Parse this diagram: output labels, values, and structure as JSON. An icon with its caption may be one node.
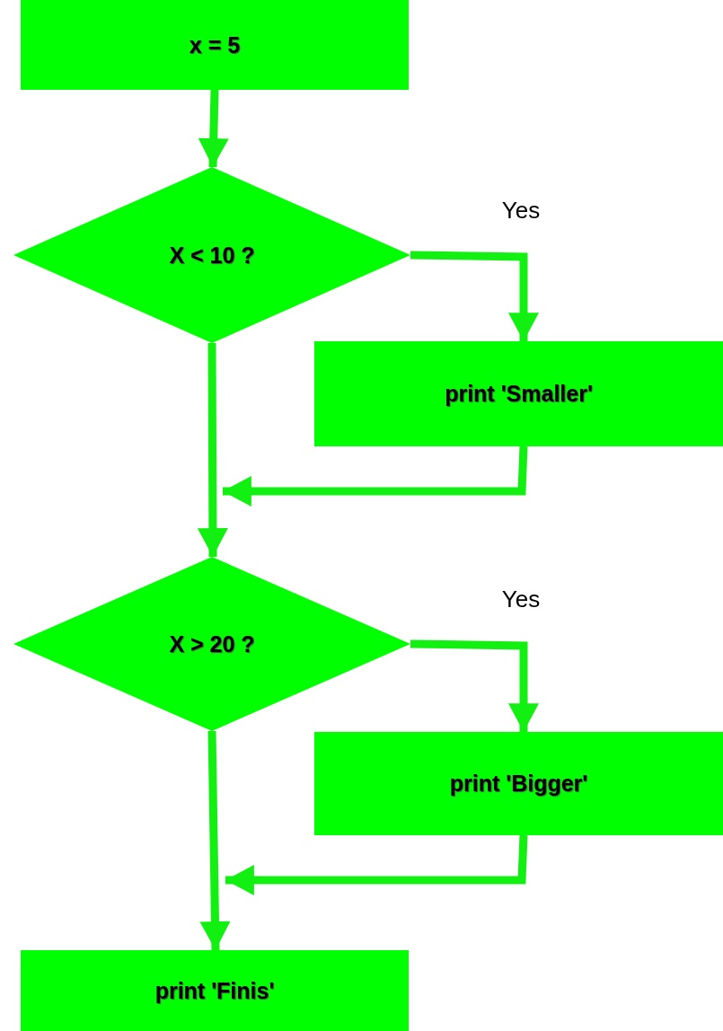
{
  "diagram": {
    "nodes": [
      {
        "text": [
          "x = 5"
        ]
      },
      {
        "text": [
          "X < 10 ?"
        ]
      },
      {
        "text": [
          "print 'Smaller'"
        ]
      },
      {
        "text": [
          "X > 20 ?"
        ]
      },
      {
        "text": [
          "print 'Bigger'"
        ]
      },
      {
        "text": [
          "print 'Finis'"
        ]
      }
    ],
    "edges": [
      {
        "from": 0,
        "to": 1,
        "arrow": "to"
      },
      {
        "from": 1,
        "to": 2,
        "arrow": "to",
        "label": "Yes"
      },
      {
        "from": 1,
        "to": 3,
        "arrow": "to"
      },
      {
        "from": 2,
        "to": 3,
        "arrow": "to"
      },
      {
        "from": 3,
        "to": 4,
        "arrow": "to",
        "label": "Yes"
      },
      {
        "from": 3,
        "to": 5,
        "arrow": "to"
      },
      {
        "from": 4,
        "to": 5,
        "arrow": "to"
      }
    ]
  }
}
